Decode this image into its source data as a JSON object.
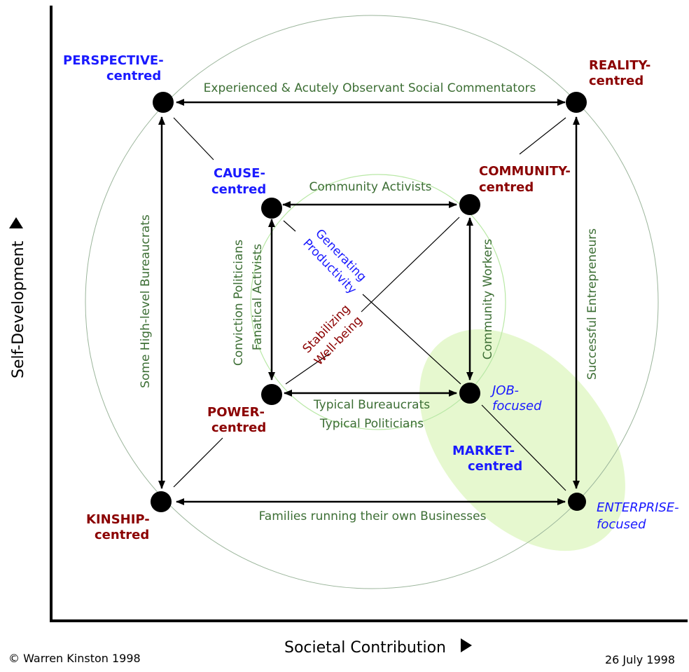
{
  "axes": {
    "y_label": "Self-Development",
    "x_label": "Societal Contribution"
  },
  "footer": {
    "copyright": "© Warren Kinston 1998",
    "date": "26 July 1998"
  },
  "colors": {
    "blue": "#1a1aff",
    "red": "#8b0000",
    "green": "#3c6e34",
    "ellipse_fill": "#e6f8cf",
    "circle_stroke": "#9bb59b",
    "inner_circle_stroke": "#b9e8a6"
  },
  "nodes": {
    "perspective": {
      "line1": "PERSPECTIVE-",
      "line2": "centred"
    },
    "reality": {
      "line1": "REALITY-",
      "line2": "centred"
    },
    "cause": {
      "line1": "CAUSE-",
      "line2": "centred"
    },
    "community": {
      "line1": "COMMUNITY-",
      "line2": "centred"
    },
    "power": {
      "line1": "POWER-",
      "line2": "centred"
    },
    "job": {
      "line1": "JOB-",
      "line2": "focused"
    },
    "market": {
      "line1": "MARKET-",
      "line2": "centred"
    },
    "kinship": {
      "line1": "KINSHIP-",
      "line2": "centred"
    },
    "enterprise": {
      "line1": "ENTERPRISE-",
      "line2": "focused"
    }
  },
  "edge_labels": {
    "top": "Experienced & Acutely Observant Social Commentators",
    "bottom": "Families running their own Businesses",
    "left": "Some High-level Bureaucrats",
    "right": "Successful Entrepreneurs",
    "inner_top": "Community Activists",
    "inner_bottom_1": "Typical Bureaucrats",
    "inner_bottom_2": "Typical Politicians",
    "inner_left_1": "Conviction Politicians",
    "inner_left_2": "Fanatical Activists",
    "inner_right": "Community Workers",
    "diag_blue_1": "Generating",
    "diag_blue_2": "Productivity",
    "diag_red_1": "Stabilizing",
    "diag_red_2": "Well-being"
  }
}
